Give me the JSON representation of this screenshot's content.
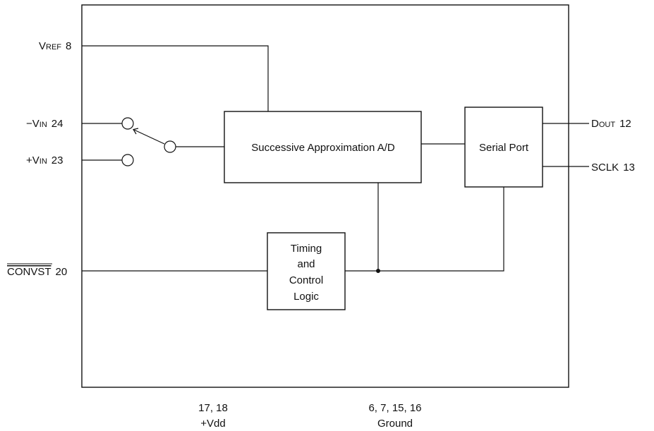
{
  "pins": {
    "vref": {
      "main": "V",
      "sub": "REF",
      "num": "8"
    },
    "vin_neg": {
      "main": "−V",
      "sub": "IN",
      "num": "24"
    },
    "vin_pos": {
      "main": "+V",
      "sub": "IN",
      "num": "23"
    },
    "convst": {
      "name": "CONVST",
      "num": "20"
    },
    "dout": {
      "main": "D",
      "sub": "OUT",
      "num": "12"
    },
    "sclk": {
      "name": "SCLK",
      "num": "13"
    }
  },
  "blocks": {
    "sar": "Successive Approximation A/D",
    "serial": "Serial Port",
    "timing": [
      "Timing",
      "and",
      "Control",
      "Logic"
    ]
  },
  "supply": {
    "vdd_pins": "17, 18",
    "vdd_label": "+Vdd",
    "gnd_pins": "6, 7, 15, 16",
    "gnd_label": "Ground"
  }
}
